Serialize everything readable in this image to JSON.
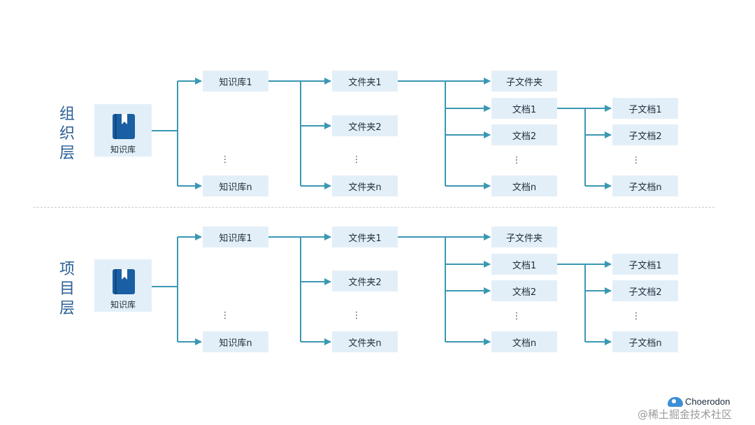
{
  "colors": {
    "connector": "#3a98b3",
    "box_fill": "#e3eff8",
    "layer_label": "#2b5f95",
    "book_icon": "#1a5fa3"
  },
  "layers": [
    {
      "label_chars": [
        "组",
        "织",
        "层"
      ],
      "root": {
        "label": "知识库",
        "icon": "book-icon"
      },
      "knowledge_bases": [
        "知识库1",
        "知识库n"
      ],
      "folders": [
        "文件夹1",
        "文件夹2",
        "文件夹n"
      ],
      "folder_children": [
        "子文件夹",
        "文档1",
        "文档2",
        "文档n"
      ],
      "sub_docs": [
        "子文档1",
        "子文档2",
        "子文档n"
      ],
      "ellipsis": "⋮"
    },
    {
      "label_chars": [
        "项",
        "目",
        "层"
      ],
      "root": {
        "label": "知识库",
        "icon": "book-icon"
      },
      "knowledge_bases": [
        "知识库1",
        "知识库n"
      ],
      "folders": [
        "文件夹1",
        "文件夹2",
        "文件夹n"
      ],
      "folder_children": [
        "子文件夹",
        "文档1",
        "文档2",
        "文档n"
      ],
      "sub_docs": [
        "子文档1",
        "子文档2",
        "子文档n"
      ],
      "ellipsis": "⋮"
    }
  ],
  "brand": {
    "logo_text": "Choerodon",
    "logo_icon": "choerodon-logo-icon"
  },
  "watermark": "@稀土掘金技术社区"
}
